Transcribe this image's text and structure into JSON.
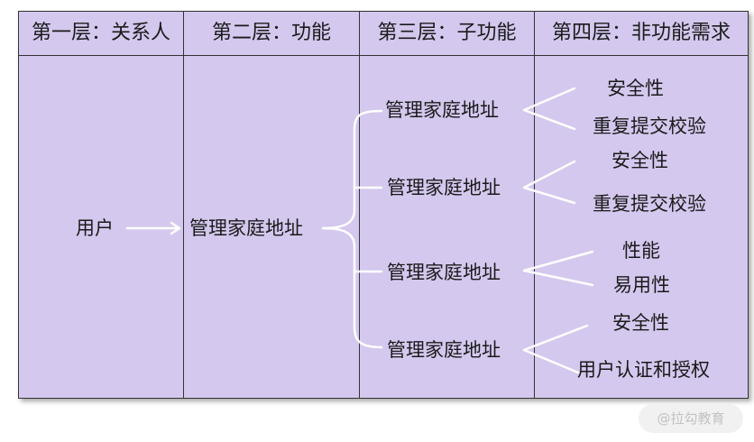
{
  "headers": [
    "第一层：关系人",
    "第二层：功能",
    "第三层：子功能",
    "第四层：非功能需求"
  ],
  "actor": "用户",
  "feature": "管理家庭地址",
  "subfeatures": [
    {
      "label": "管理家庭地址",
      "nfr": [
        "安全性",
        "重复提交校验"
      ]
    },
    {
      "label": "管理家庭地址",
      "nfr": [
        "安全性",
        "重复提交校验"
      ]
    },
    {
      "label": "管理家庭地址",
      "nfr": [
        "性能",
        "易用性"
      ]
    },
    {
      "label": "管理家庭地址",
      "nfr": [
        "安全性",
        "用户认证和授权"
      ]
    }
  ],
  "watermark": "@拉勾教育",
  "colors": {
    "background": "#d4c8ee",
    "border": "#333333",
    "connector": "#ffffff"
  }
}
